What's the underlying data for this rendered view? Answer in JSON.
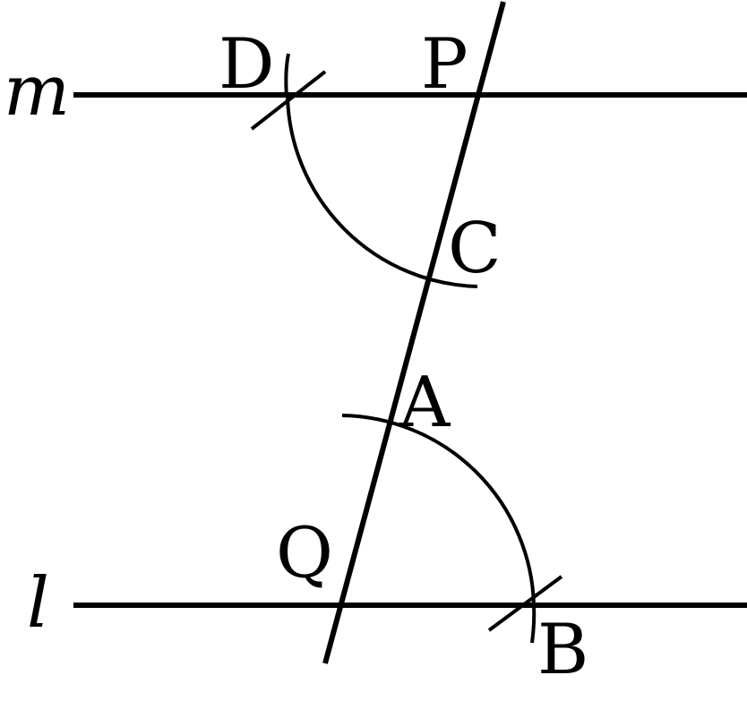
{
  "diagram": {
    "lines": {
      "m": "m",
      "l": "l"
    },
    "points": {
      "D": "D",
      "P": "P",
      "C": "C",
      "A": "A",
      "Q": "Q",
      "B": "B"
    }
  },
  "colors": {
    "ink": "#000000",
    "background": "#ffffff"
  }
}
